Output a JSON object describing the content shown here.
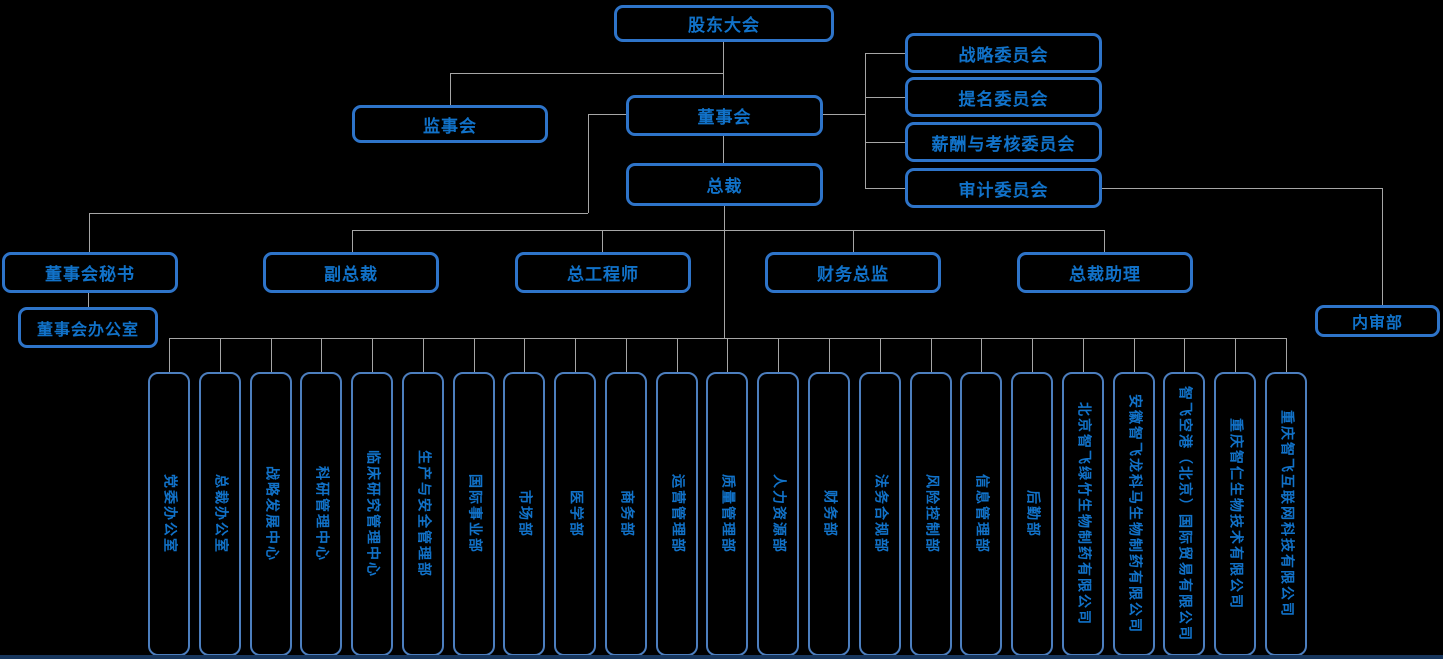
{
  "org": {
    "shareholders": "股东大会",
    "supervisory_board": "监事会",
    "board": "董事会",
    "president": "总裁",
    "committees": [
      "战略委员会",
      "提名委员会",
      "薪酬与考核委员会",
      "审计委员会"
    ],
    "executives": [
      "董事会秘书",
      "副总裁",
      "总工程师",
      "财务总监",
      "总裁助理"
    ],
    "board_office": "董事会办公室",
    "internal_audit_dept": "内审部",
    "departments": [
      "党委办公室",
      "总裁办公室",
      "战略发展中心",
      "科研管理中心",
      "临床研究管理中心",
      "生产与安全管理部",
      "国际事业部",
      "市场部",
      "医学部",
      "商务部",
      "运营管理部",
      "质量管理部",
      "人力资源部",
      "财务部",
      "法务合规部",
      "风险控制部",
      "信息管理部",
      "后勤部",
      "北京智飞绿竹生物制药有限公司",
      "安徽智飞龙科马生物制药有限公司",
      "智飞空港（北京）国际贸易有限公司",
      "重庆智仁生物技术有限公司",
      "重庆智飞互联网科技有限公司"
    ]
  },
  "colors": {
    "background": "#000000",
    "node_border": "#2E74C9",
    "department_border": "#4C7EBE",
    "text": "#1172C9",
    "connector": "#A6A6A6",
    "bottom_bar": "#17365D"
  }
}
